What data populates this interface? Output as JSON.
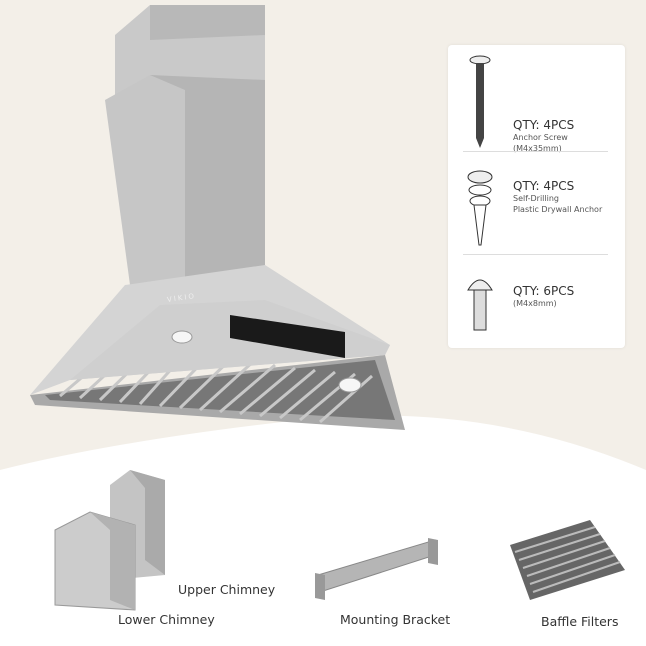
{
  "brand": "VIKIO",
  "hardware": [
    {
      "qty": "QTY: 4PCS",
      "desc": [
        "Anchor Screw",
        "(M4x35mm)"
      ],
      "icon": "anchor-screw-icon"
    },
    {
      "qty": "QTY: 4PCS",
      "desc": [
        "Self-Drilling",
        "Plastic Drywall Anchor"
      ],
      "icon": "drywall-anchor-icon"
    },
    {
      "qty": "QTY: 6PCS",
      "desc": [
        "(M4x8mm)"
      ],
      "icon": "short-screw-icon"
    }
  ],
  "parts": {
    "upper_chimney": "Upper Chimney",
    "lower_chimney": "Lower Chimney",
    "mounting_bracket": "Mounting Bracket",
    "baffle_filters": "Baffle Filters"
  }
}
